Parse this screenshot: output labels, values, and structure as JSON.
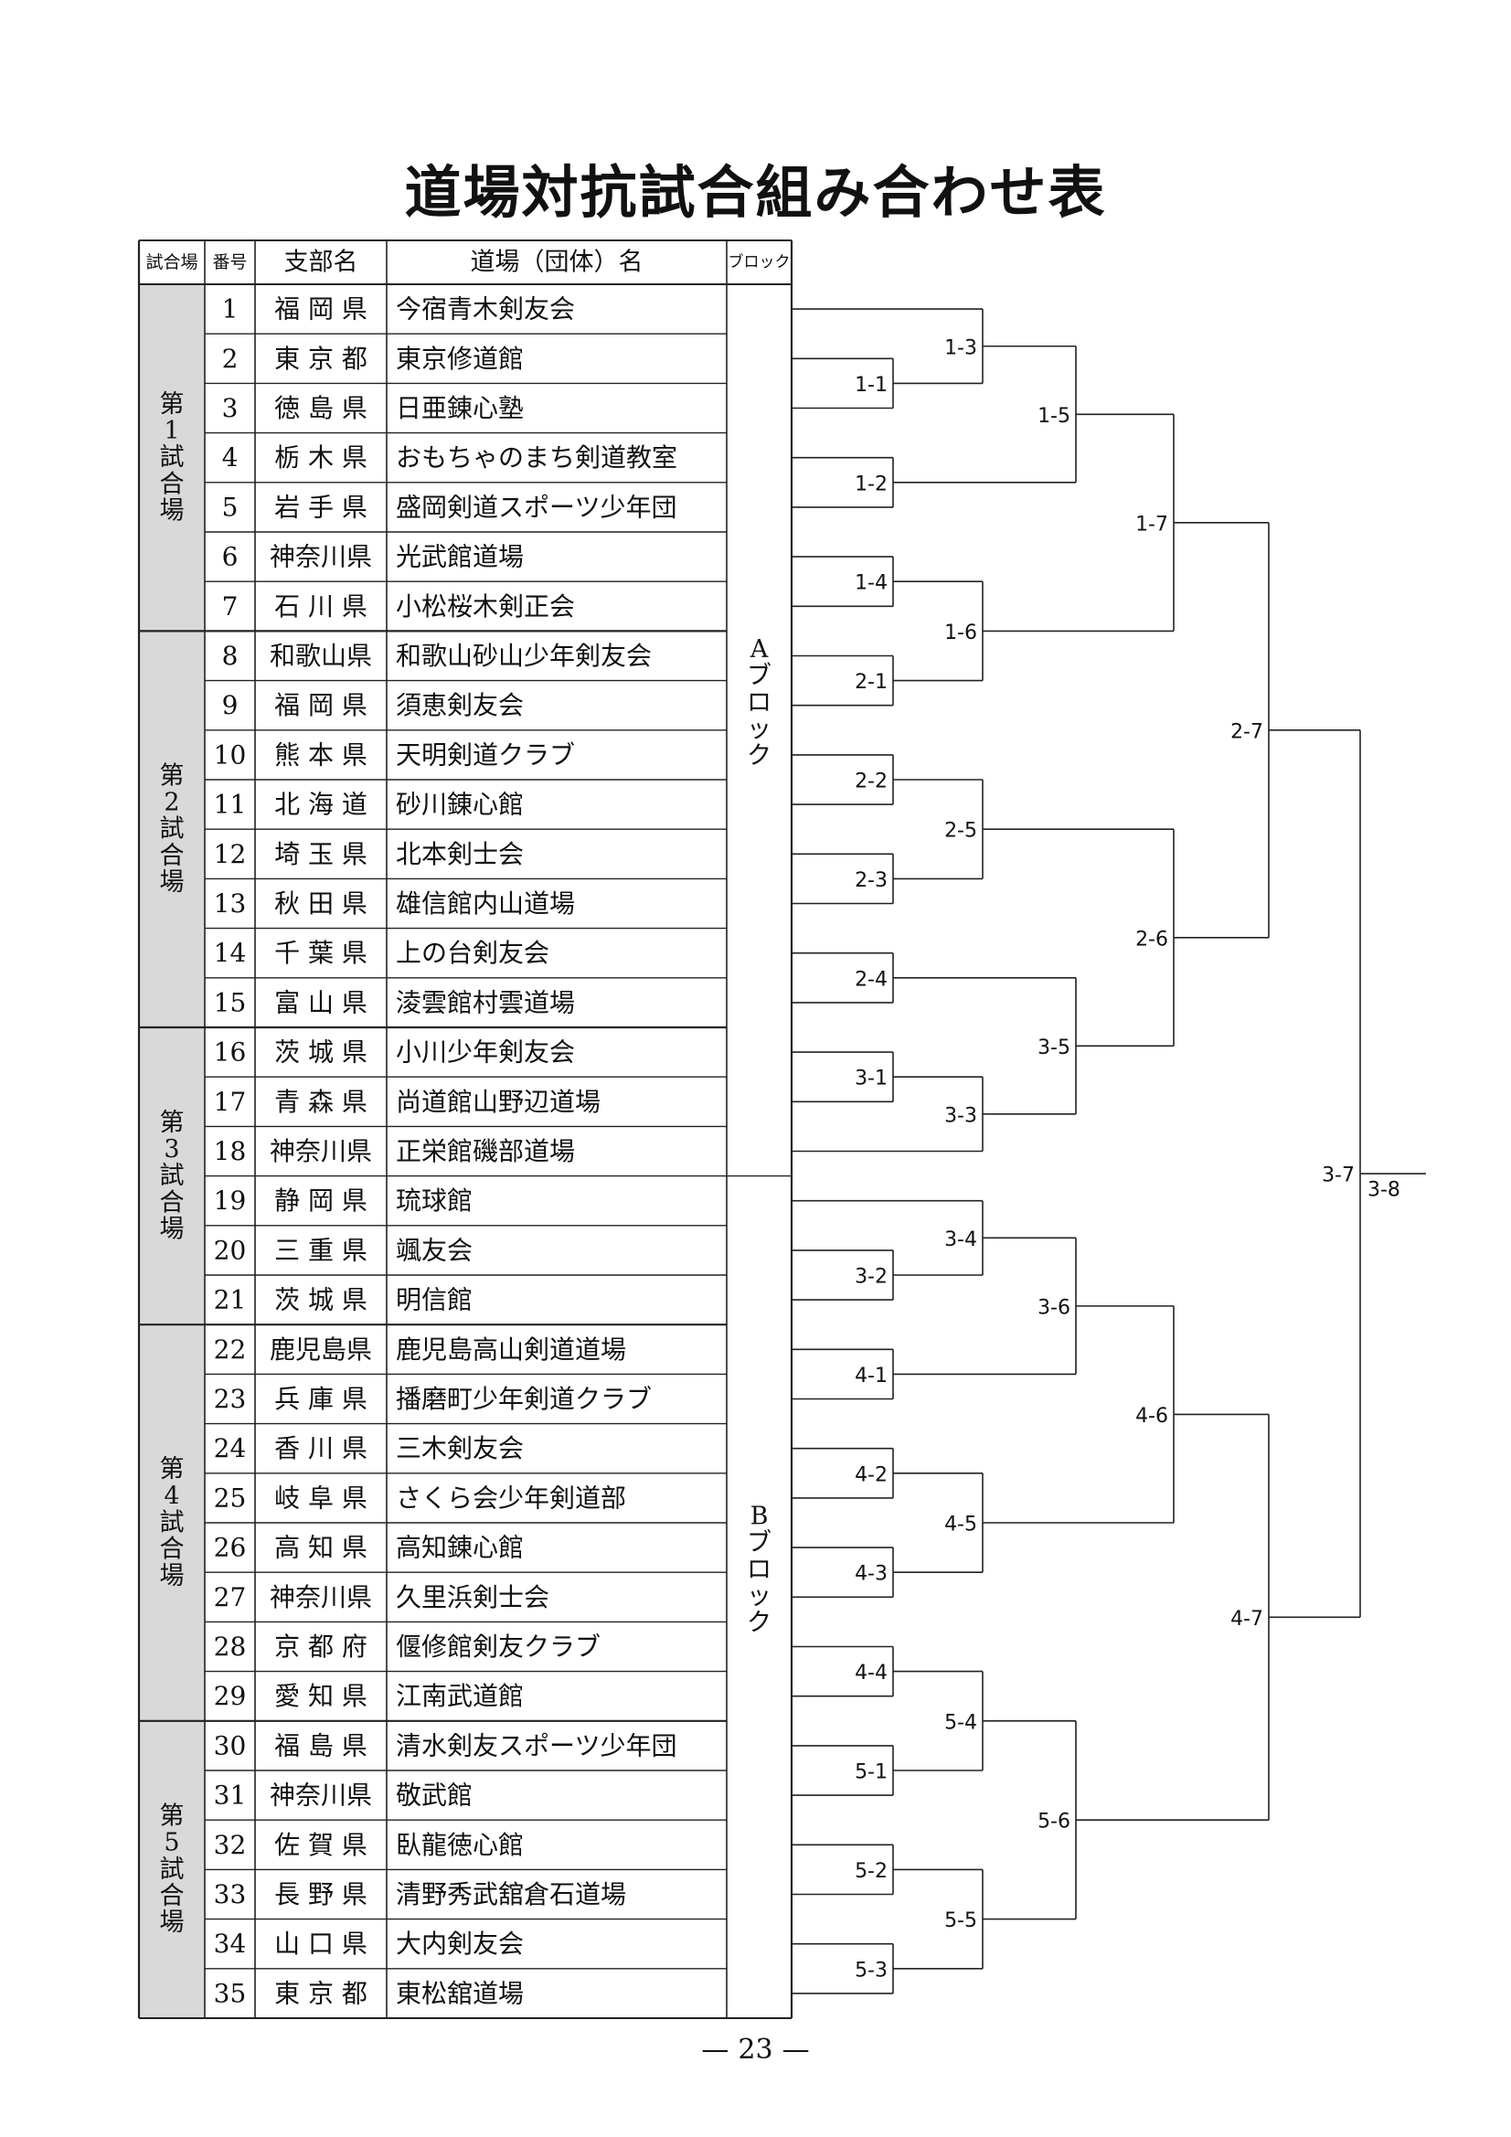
{
  "title": "道場対抗試合組み合わせ表",
  "headers": {
    "venue": "試合場",
    "number": "番号",
    "branch": "支部名",
    "dojo": "道場（団体）名",
    "block": "ブロック"
  },
  "venues": [
    {
      "label": "第1試合場",
      "first": 1,
      "last": 7
    },
    {
      "label": "第2試合場",
      "first": 8,
      "last": 15
    },
    {
      "label": "第3試合場",
      "first": 16,
      "last": 21
    },
    {
      "label": "第4試合場",
      "first": 22,
      "last": 29
    },
    {
      "label": "第5試合場",
      "first": 30,
      "last": 35
    }
  ],
  "blocks": [
    {
      "label": "Aブロック",
      "first": 1,
      "last": 18
    },
    {
      "label": "Bブロック",
      "first": 19,
      "last": 35
    }
  ],
  "rows": [
    {
      "no": "1",
      "branch": "福 岡 県",
      "dojo": "今宿青木剣友会"
    },
    {
      "no": "2",
      "branch": "東 京 都",
      "dojo": "東京修道館"
    },
    {
      "no": "3",
      "branch": "徳 島 県",
      "dojo": "日亜錬心塾"
    },
    {
      "no": "4",
      "branch": "栃 木 県",
      "dojo": "おもちゃのまち剣道教室"
    },
    {
      "no": "5",
      "branch": "岩 手 県",
      "dojo": "盛岡剣道スポーツ少年団"
    },
    {
      "no": "6",
      "branch": "神奈川県",
      "dojo": "光武館道場"
    },
    {
      "no": "7",
      "branch": "石 川 県",
      "dojo": "小松桜木剣正会"
    },
    {
      "no": "8",
      "branch": "和歌山県",
      "dojo": "和歌山砂山少年剣友会"
    },
    {
      "no": "9",
      "branch": "福 岡 県",
      "dojo": "須恵剣友会"
    },
    {
      "no": "10",
      "branch": "熊 本 県",
      "dojo": "天明剣道クラブ"
    },
    {
      "no": "11",
      "branch": "北 海 道",
      "dojo": "砂川錬心館"
    },
    {
      "no": "12",
      "branch": "埼 玉 県",
      "dojo": "北本剣士会"
    },
    {
      "no": "13",
      "branch": "秋 田 県",
      "dojo": "雄信館内山道場"
    },
    {
      "no": "14",
      "branch": "千 葉 県",
      "dojo": "上の台剣友会"
    },
    {
      "no": "15",
      "branch": "富 山 県",
      "dojo": "淩雲館村雲道場"
    },
    {
      "no": "16",
      "branch": "茨 城 県",
      "dojo": "小川少年剣友会"
    },
    {
      "no": "17",
      "branch": "青 森 県",
      "dojo": "尚道館山野辺道場"
    },
    {
      "no": "18",
      "branch": "神奈川県",
      "dojo": "正栄館磯部道場"
    },
    {
      "no": "19",
      "branch": "静 岡 県",
      "dojo": "琉球館"
    },
    {
      "no": "20",
      "branch": "三 重 県",
      "dojo": "颯友会"
    },
    {
      "no": "21",
      "branch": "茨 城 県",
      "dojo": "明信館"
    },
    {
      "no": "22",
      "branch": "鹿児島県",
      "dojo": "鹿児島高山剣道道場"
    },
    {
      "no": "23",
      "branch": "兵 庫 県",
      "dojo": "播磨町少年剣道クラブ"
    },
    {
      "no": "24",
      "branch": "香 川 県",
      "dojo": "三木剣友会"
    },
    {
      "no": "25",
      "branch": "岐 阜 県",
      "dojo": "さくら会少年剣道部"
    },
    {
      "no": "26",
      "branch": "高 知 県",
      "dojo": "高知錬心館"
    },
    {
      "no": "27",
      "branch": "神奈川県",
      "dojo": "久里浜剣士会"
    },
    {
      "no": "28",
      "branch": "京 都 府",
      "dojo": "偃修館剣友クラブ"
    },
    {
      "no": "29",
      "branch": "愛 知 県",
      "dojo": "江南武道館"
    },
    {
      "no": "30",
      "branch": "福 島 県",
      "dojo": "清水剣友スポーツ少年団"
    },
    {
      "no": "31",
      "branch": "神奈川県",
      "dojo": "敬武館"
    },
    {
      "no": "32",
      "branch": "佐 賀 県",
      "dojo": "臥龍徳心館"
    },
    {
      "no": "33",
      "branch": "長 野 県",
      "dojo": "清野秀武舘倉石道場"
    },
    {
      "no": "34",
      "branch": "山 口 県",
      "dojo": "大内剣友会"
    },
    {
      "no": "35",
      "branch": "東 京 都",
      "dojo": "東松舘道場"
    }
  ],
  "matches": [
    {
      "id": "1-1",
      "a": "T2",
      "b": "T3"
    },
    {
      "id": "1-3",
      "a": "T1",
      "b": "1-1"
    },
    {
      "id": "1-2",
      "a": "T4",
      "b": "T5"
    },
    {
      "id": "1-5",
      "a": "1-3",
      "b": "1-2"
    },
    {
      "id": "1-4",
      "a": "T6",
      "b": "T7"
    },
    {
      "id": "2-1",
      "a": "T8",
      "b": "T9"
    },
    {
      "id": "1-6",
      "a": "1-4",
      "b": "2-1"
    },
    {
      "id": "1-7",
      "a": "1-5",
      "b": "1-6"
    },
    {
      "id": "2-2",
      "a": "T10",
      "b": "T11"
    },
    {
      "id": "2-3",
      "a": "T12",
      "b": "T13"
    },
    {
      "id": "2-5",
      "a": "2-2",
      "b": "2-3"
    },
    {
      "id": "2-4",
      "a": "T14",
      "b": "T15"
    },
    {
      "id": "3-1",
      "a": "T16",
      "b": "T17"
    },
    {
      "id": "3-3",
      "a": "3-1",
      "b": "T18"
    },
    {
      "id": "3-5",
      "a": "2-4",
      "b": "3-3"
    },
    {
      "id": "2-6",
      "a": "2-5",
      "b": "3-5"
    },
    {
      "id": "2-7",
      "a": "1-7",
      "b": "2-6"
    },
    {
      "id": "3-2",
      "a": "T20",
      "b": "T21"
    },
    {
      "id": "3-4",
      "a": "T19",
      "b": "3-2"
    },
    {
      "id": "4-1",
      "a": "T22",
      "b": "T23"
    },
    {
      "id": "3-6",
      "a": "3-4",
      "b": "4-1"
    },
    {
      "id": "4-2",
      "a": "T24",
      "b": "T25"
    },
    {
      "id": "4-3",
      "a": "T26",
      "b": "T27"
    },
    {
      "id": "4-5",
      "a": "4-2",
      "b": "4-3"
    },
    {
      "id": "4-6",
      "a": "3-6",
      "b": "4-5"
    },
    {
      "id": "4-4",
      "a": "T28",
      "b": "T29"
    },
    {
      "id": "5-1",
      "a": "T30",
      "b": "T31"
    },
    {
      "id": "5-4",
      "a": "4-4",
      "b": "5-1"
    },
    {
      "id": "5-2",
      "a": "T32",
      "b": "T33"
    },
    {
      "id": "5-3",
      "a": "T34",
      "b": "T35"
    },
    {
      "id": "5-5",
      "a": "5-2",
      "b": "5-3"
    },
    {
      "id": "5-6",
      "a": "5-4",
      "b": "5-5"
    },
    {
      "id": "4-7",
      "a": "4-6",
      "b": "5-6"
    },
    {
      "id": "3-7",
      "a": "2-7",
      "b": "4-7"
    }
  ],
  "final_label": "3-8",
  "page_number": "23",
  "page_dash": "—"
}
